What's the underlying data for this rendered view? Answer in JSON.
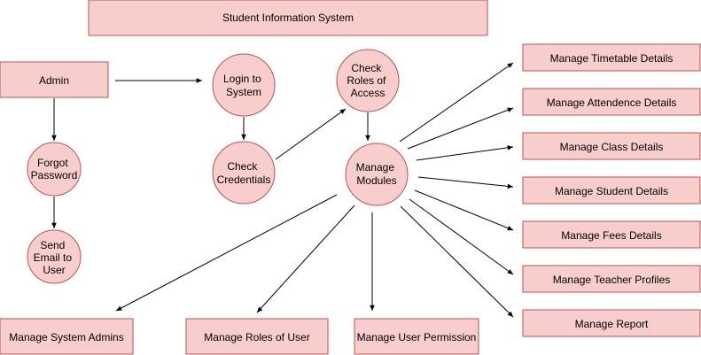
{
  "title": "Student Information System",
  "nodes": {
    "admin": "Admin",
    "forgot_password": [
      "Forgot",
      "Password"
    ],
    "send_email": [
      "Send",
      "Email to",
      "User"
    ],
    "login": [
      "Login to",
      "System"
    ],
    "check_credentials": [
      "Check",
      "Credentials"
    ],
    "check_roles": [
      "Check",
      "Roles of",
      "Access"
    ],
    "manage_modules": [
      "Manage",
      "Modules"
    ]
  },
  "modules_right": [
    "Manage Timetable Details",
    "Manage Attendence Details",
    "Manage Class Details",
    "Manage Student Details",
    "Manage Fees Details",
    "Manage Teacher Profiles",
    "Manage Report"
  ],
  "modules_bottom": [
    "Manage System Admins",
    "Manage Roles of User",
    "Manage User Permission"
  ],
  "colors": {
    "node_fill": "#f8cecc",
    "node_stroke": "#b85450",
    "edge": "#000000"
  }
}
